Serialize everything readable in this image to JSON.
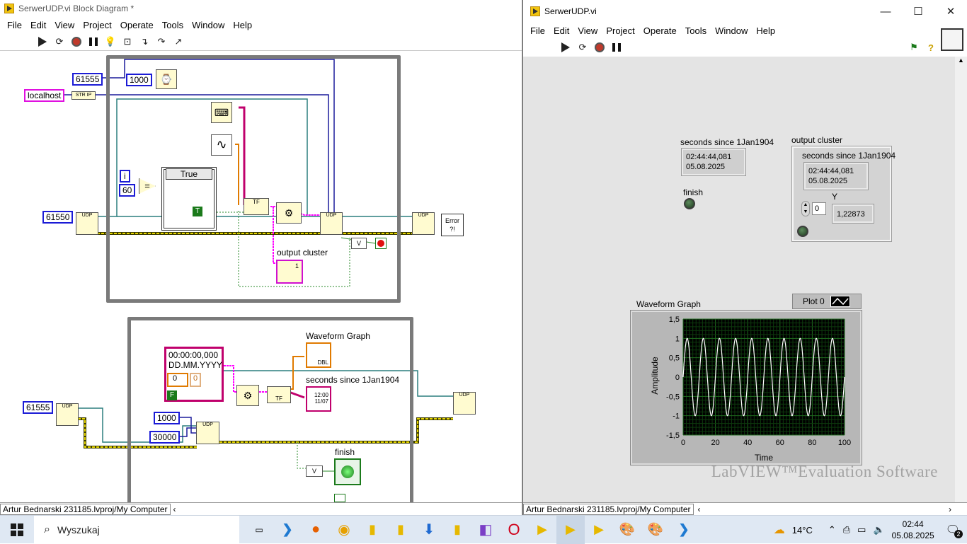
{
  "block_diagram": {
    "title": "SerwerUDP.vi Block Diagram *",
    "menu": [
      "File",
      "Edit",
      "View",
      "Project",
      "Operate",
      "Tools",
      "Window",
      "Help"
    ],
    "status_path": "Artur Bednarski 231185.lvproj/My Computer",
    "constants": {
      "port1": "61555",
      "timeout": "1000",
      "host": "localhost",
      "port2": "61550",
      "eq_i": "i",
      "eq_val": "60",
      "case_sel": "True",
      "t_const": "T",
      "port3": "61555",
      "c1000": "1000",
      "c30000": "30000",
      "ts_time": "00:00:00,000",
      "ts_date": "DD.MM.YYYY",
      "arr_idx": "0",
      "arr_val": "0",
      "f_const": "F",
      "str_ip": "STR  IP",
      "udp": "UDP",
      "tf": "TF",
      "one": "1",
      "error_text": "Error",
      "error_q": "?!",
      "dbl": "DBL",
      "clock_text": "12:00",
      "clock_date": "11/07"
    },
    "labels": {
      "output_cluster": "output cluster",
      "waveform_graph": "Waveform Graph",
      "seconds": "seconds since 1Jan1904",
      "finish": "finish"
    }
  },
  "front_panel": {
    "title": "SerwerUDP.vi",
    "menu": [
      "File",
      "Edit",
      "View",
      "Project",
      "Operate",
      "Tools",
      "Window",
      "Help"
    ],
    "status_path": "Artur Bednarski 231185.lvproj/My Computer",
    "seconds_label": "seconds since 1Jan1904",
    "seconds_time": "02:44:44,081",
    "seconds_date": "05.08.2025",
    "finish_label": "finish",
    "cluster": {
      "label": "output cluster",
      "inner_label": "seconds since 1Jan1904",
      "time": "02:44:44,081",
      "date": "05.08.2025",
      "y_label": "Y",
      "index": "0",
      "y_value": "1,22873"
    },
    "graph": {
      "label": "Waveform Graph",
      "legend": "Plot 0"
    },
    "watermark": "LabVIEW™Evaluation Software"
  },
  "chart_data": {
    "type": "line",
    "title": "",
    "xlabel": "Time",
    "ylabel": "Amplitude",
    "xlim": [
      0,
      100
    ],
    "ylim": [
      -1.5,
      1.5
    ],
    "x_ticks": [
      "0",
      "20",
      "40",
      "60",
      "80",
      "100"
    ],
    "y_ticks": [
      "1,5",
      "1",
      "0,5",
      "0",
      "-0,5",
      "-1",
      "-1,5"
    ],
    "grid": true,
    "series": [
      {
        "name": "Plot 0",
        "amplitude": 1.0,
        "cycles": 10,
        "x_start": 0,
        "x_end": 100,
        "color": "#ffffff"
      }
    ]
  },
  "taskbar": {
    "search_placeholder": "Wyszukaj",
    "weather": "14°C",
    "time": "02:44",
    "date": "05.08.2025",
    "notifications": "2"
  }
}
